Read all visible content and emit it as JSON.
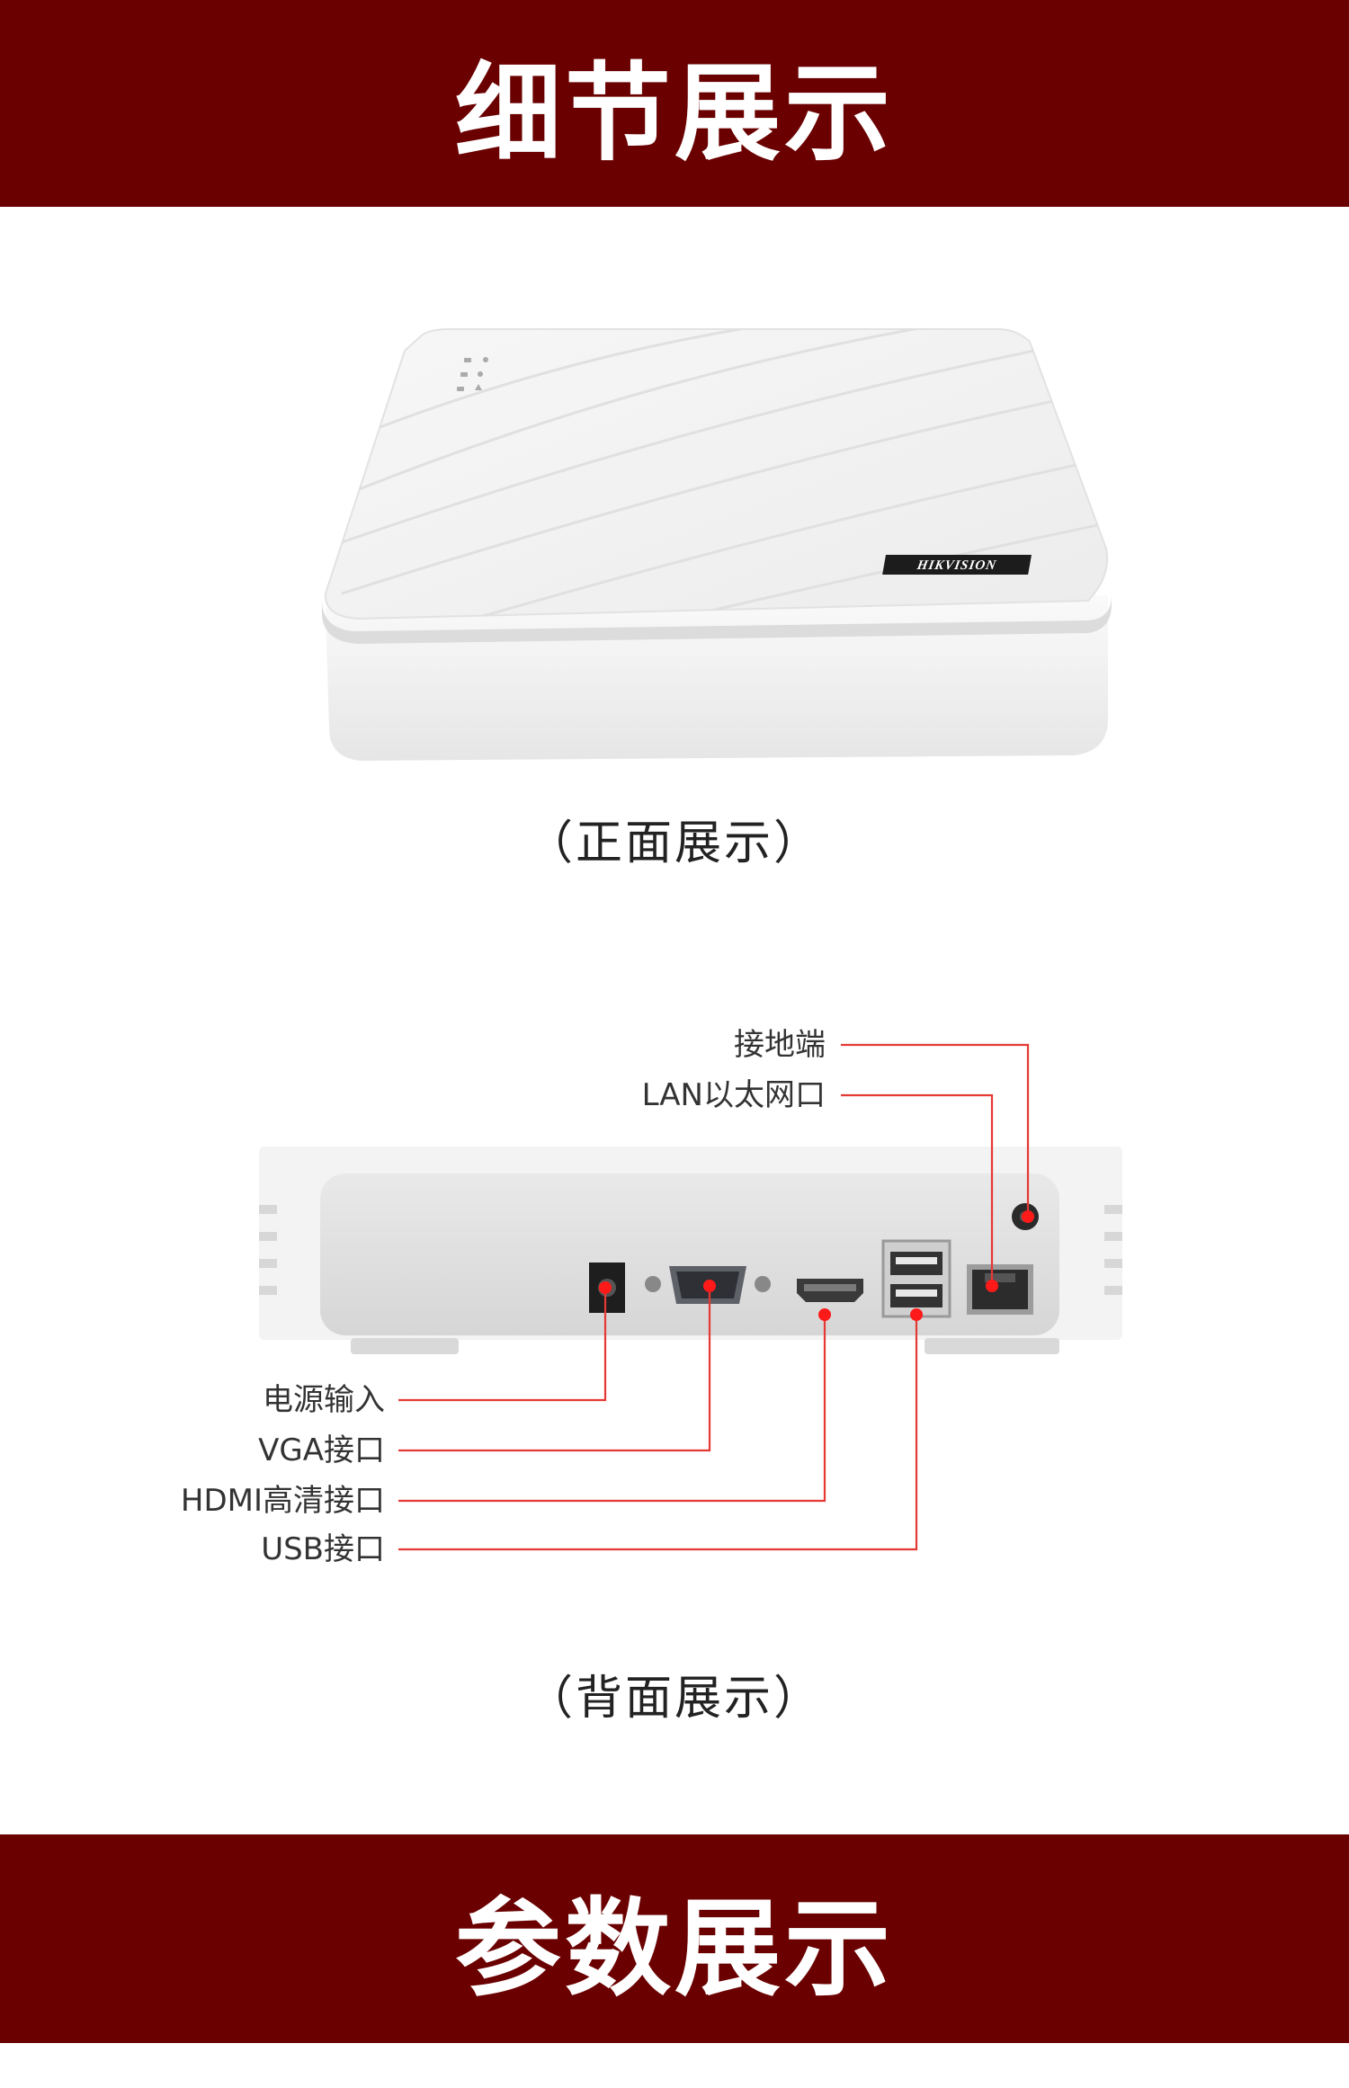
{
  "header": {
    "title": "细节展示"
  },
  "front": {
    "caption": "（正面展示）",
    "brand_logo": "HIKVISION"
  },
  "back": {
    "caption": "（背面展示）",
    "labels": {
      "ground": "接地端",
      "lan": "LAN以太网口",
      "power": "电源输入",
      "vga": "VGA接口",
      "hdmi": "HDMI高清接口",
      "usb": "USB接口"
    }
  },
  "footer": {
    "title": "参数展示"
  },
  "colors": {
    "banner": "#6b0000",
    "callout_line": "#e53935",
    "callout_dot": "#ff1a1a"
  }
}
